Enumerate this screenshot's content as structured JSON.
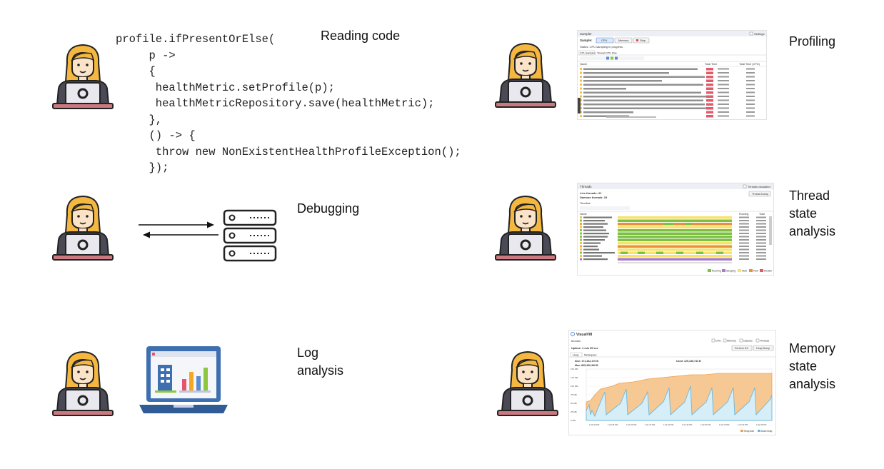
{
  "code": {
    "lines": [
      "profile.ifPresentOrElse(",
      "     p ->",
      "     {",
      "      healthMetric.setProfile(p);",
      "      healthMetricRepository.save(healthMetric);",
      "     },",
      "     () -> {",
      "      throw new NonExistentHealthProfileException();",
      "     });"
    ]
  },
  "labels": {
    "reading_code": "Reading code",
    "debugging": "Debugging",
    "log_analysis_1": "Log",
    "log_analysis_2": "analysis",
    "profiling": "Profiling",
    "thread_1": "Thread",
    "thread_2": "state",
    "thread_3": "analysis",
    "memory_1": "Memory",
    "memory_2": "state",
    "memory_3": "analysis"
  },
  "screens": {
    "profiler": {
      "header": "Sampler",
      "settings": "Settings",
      "sample_label": "Sample:",
      "cpu": "CPU",
      "memory": "Memory",
      "stop": "Stop",
      "status": "Status: CPU sampling in progress",
      "tab1": "CPU samples",
      "tab2": "Thread CPU time",
      "col_name": "Name",
      "col_total": "Total Time",
      "col_cpu": "Total Time (CPU)"
    },
    "threads": {
      "header": "Threads",
      "visualized": "Threads visualized",
      "live": "Live threads: 21",
      "daemon": "Daemon threads: 19",
      "dump": "Thread Dump",
      "timeline": "Timeline",
      "col_name": "Name",
      "col_running": "Running",
      "col_total": "Total",
      "legend": [
        "Running",
        "Sleeping",
        "Wait",
        "Park",
        "Monitor"
      ]
    },
    "memory": {
      "app": "VisualVM",
      "section": "Monitor",
      "uptime": "Uptime: 2 min 55 sec",
      "cpu": "CPU",
      "memory": "Memory",
      "classes": "Classes",
      "threads": "Threads",
      "gc": "Perform GC",
      "heapdump": "Heap Dump",
      "tab1": "Heap",
      "tab2": "Metaspace",
      "size": "Size: 171,442,176 B",
      "used": "Used: 125,445,744 B",
      "max": "Max: 805,306,368 B",
      "legend1": "Heap size",
      "legend2": "Used heap",
      "yticks": [
        "150 MB",
        "125 MB",
        "100 MB",
        "75 MB",
        "50 MB",
        "25 MB",
        "0 MB"
      ],
      "xticks": [
        "1:00:30 PM",
        "1:00:45 PM",
        "1:01:00 PM",
        "1:01:15 PM",
        "1:01:30 PM",
        "1:01:45 PM",
        "1:02:00 PM",
        "1:02:15 PM",
        "1:02:30 PM",
        "1:02:45 PM"
      ]
    }
  },
  "colors": {
    "hair": "#F4B740",
    "skin": "#FBE3C8",
    "shirt": "#4A4A57",
    "laptop": "#E8E8EE",
    "desk": "#C9797F",
    "monitor_blue": "#3E6FB0",
    "heap_size": "#F6B36A",
    "used_heap": "#7DC3E8"
  },
  "icons": [
    "person-at-laptop-icon",
    "server-rack-icon",
    "dashboard-laptop-icon"
  ]
}
